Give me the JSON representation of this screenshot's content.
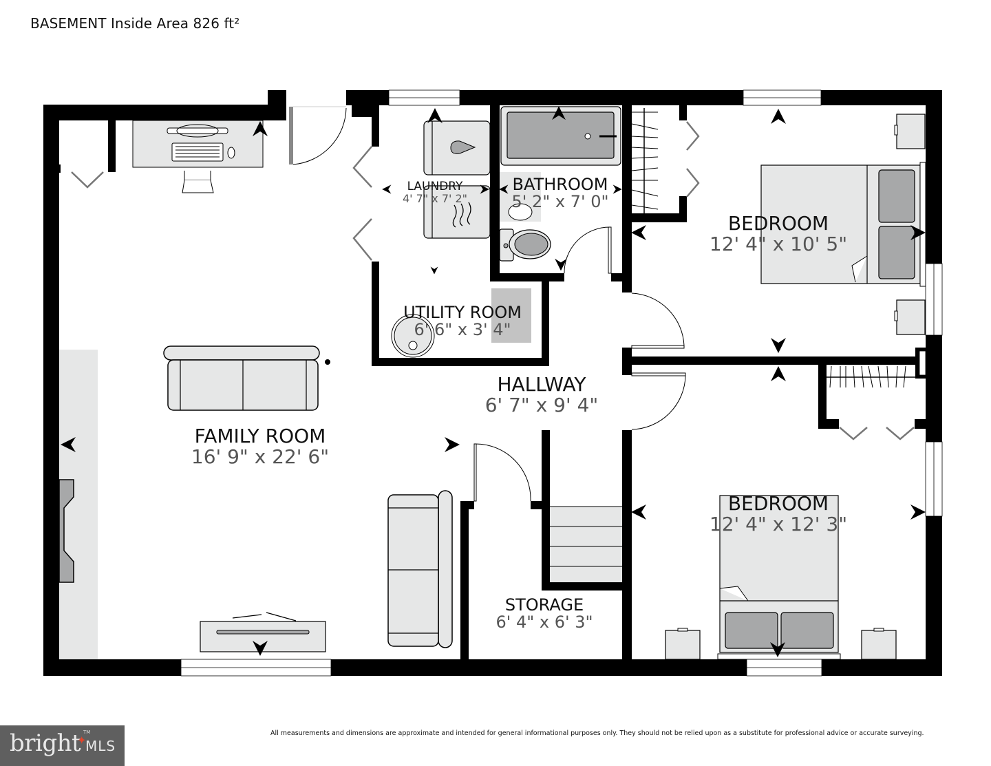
{
  "plan": {
    "title": "BASEMENT Inside Area 826 ft²",
    "level": "BASEMENT",
    "inside_area": "826 ft²"
  },
  "rooms": {
    "family_room": {
      "name": "FAMILY ROOM",
      "dimensions": "16' 9\" x 22' 6\""
    },
    "laundry": {
      "name": "LAUNDRY",
      "dimensions": "4' 7\" x 7' 2\""
    },
    "bathroom": {
      "name": "BATHROOM",
      "dimensions": "5' 2\" x 7' 0\""
    },
    "utility_room": {
      "name": "UTILITY ROOM",
      "dimensions": "6' 6\" x 3' 4\""
    },
    "hallway": {
      "name": "HALLWAY",
      "dimensions": "6' 7\" x 9' 4\""
    },
    "storage": {
      "name": "STORAGE",
      "dimensions": "6' 4\" x 6' 3\""
    },
    "bedroom_1": {
      "name": "BEDROOM",
      "dimensions": "12' 4\" x 10' 5\""
    },
    "bedroom_2": {
      "name": "BEDROOM",
      "dimensions": "12' 4\" x 12' 3\""
    }
  },
  "footer": {
    "logo_text": "bright",
    "logo_suffix": "MLS",
    "logo_tm": "TM",
    "disclaimer": "All measurements and dimensions are approximate and intended for general informational purposes only. They should not be relied upon as a substitute for professional advice or accurate surveying."
  },
  "colors": {
    "wall": "#000000",
    "furniture_fill": "#e6e7e7",
    "furniture_dark": "#a7a8a9",
    "dimension_text": "#555555",
    "logo_bg": "#5f5f5f",
    "logo_accent": "#e0452c"
  }
}
